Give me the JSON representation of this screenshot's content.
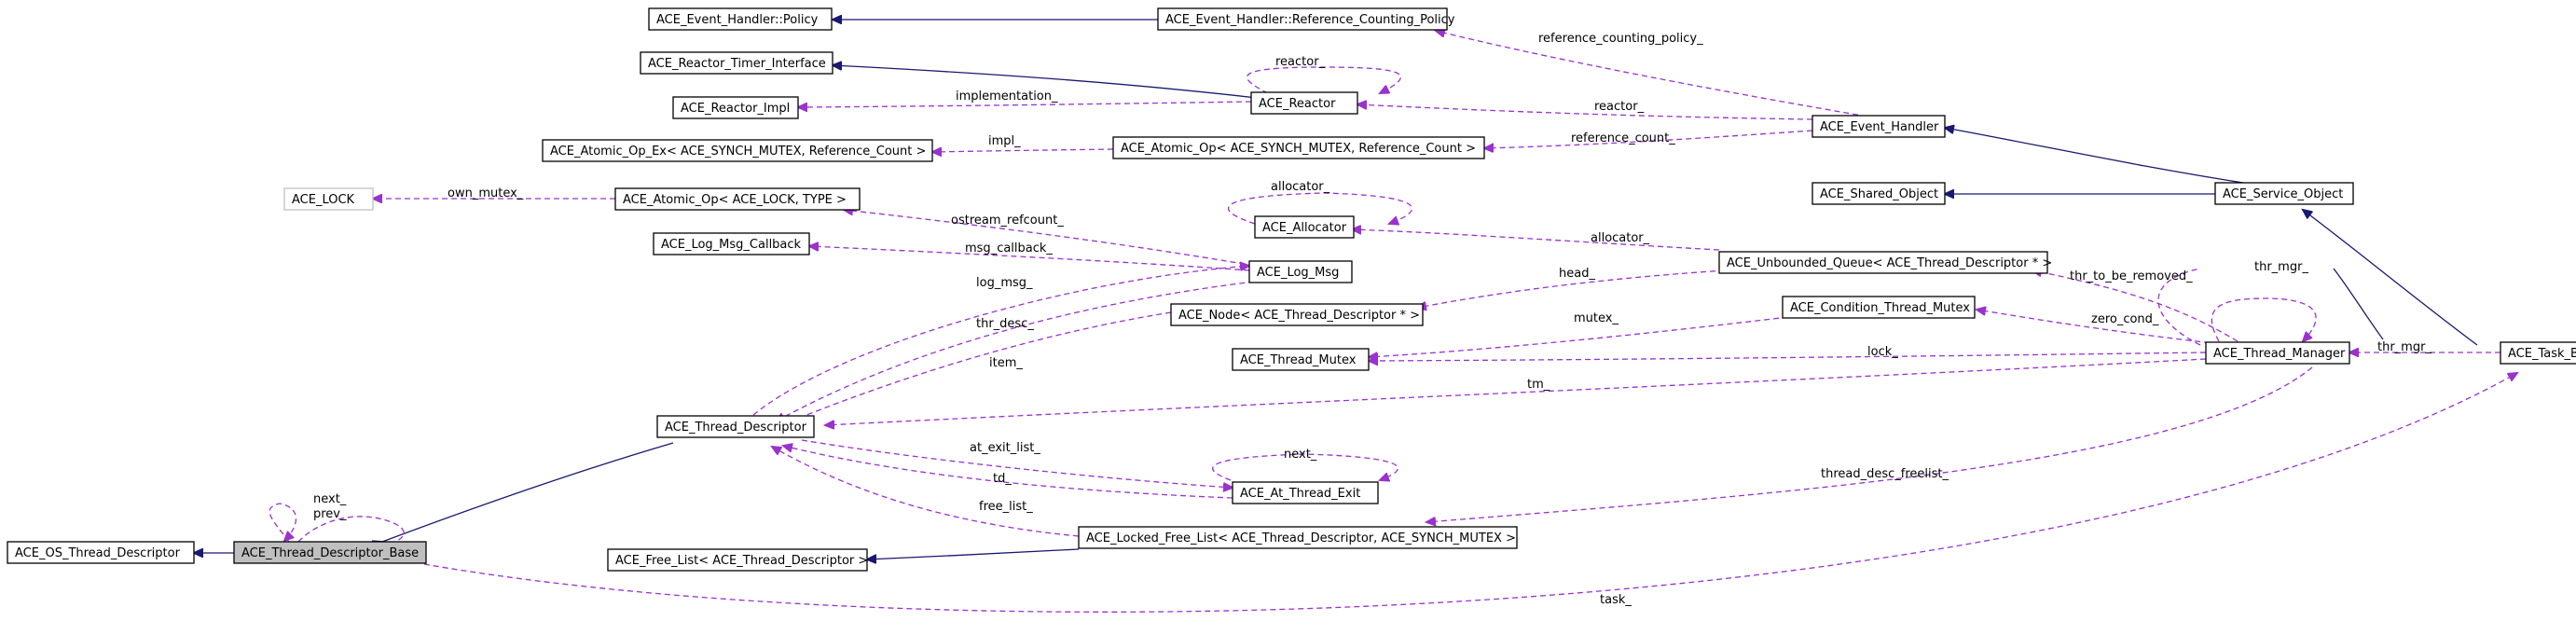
{
  "nodes": {
    "policy": "ACE_Event_Handler::Policy",
    "refcount_policy": "ACE_Event_Handler::Reference_Counting_Policy",
    "timer_interface": "ACE_Reactor_Timer_Interface",
    "reactor_impl": "ACE_Reactor_Impl",
    "reactor": "ACE_Reactor",
    "event_handler": "ACE_Event_Handler",
    "atomic_op_ex": "ACE_Atomic_Op_Ex< ACE_SYNCH_MUTEX, Reference_Count >",
    "atomic_op_rc": "ACE_Atomic_Op< ACE_SYNCH_MUTEX, Reference_Count >",
    "ace_lock": "ACE_LOCK",
    "atomic_op_lock": "ACE_Atomic_Op< ACE_LOCK, TYPE >",
    "allocator": "ACE_Allocator",
    "shared_object": "ACE_Shared_Object",
    "service_object": "ACE_Service_Object",
    "log_msg_callback": "ACE_Log_Msg_Callback",
    "log_msg": "ACE_Log_Msg",
    "unbounded_queue": "ACE_Unbounded_Queue< ACE_Thread_Descriptor * >",
    "node": "ACE_Node< ACE_Thread_Descriptor * >",
    "condition_mutex": "ACE_Condition_Thread_Mutex",
    "thread_mutex": "ACE_Thread_Mutex",
    "thread_manager": "ACE_Thread_Manager",
    "task_base": "ACE_Task_Base",
    "thread_descriptor": "ACE_Thread_Descriptor",
    "at_thread_exit": "ACE_At_Thread_Exit",
    "os_thread_descriptor": "ACE_OS_Thread_Descriptor",
    "thread_descriptor_base": "ACE_Thread_Descriptor_Base",
    "free_list": "ACE_Free_List< ACE_Thread_Descriptor >",
    "locked_free_list": "ACE_Locked_Free_List< ACE_Thread_Descriptor, ACE_SYNCH_MUTEX >"
  },
  "edge_labels": {
    "reference_counting_policy": "reference_counting_policy_",
    "reactor_self": "reactor_",
    "implementation": "implementation_",
    "reactor": "reactor_",
    "impl": "impl_",
    "reference_count": "reference_count_",
    "own_mutex": "own_mutex_",
    "ostream_refcount": "ostream_refcount_",
    "allocator_self": "allocator_",
    "allocator": "allocator_",
    "msg_callback": "msg_callback_",
    "head": "head_",
    "thr_to_be_removed": "thr_to_be_removed_",
    "log_msg": "log_msg_",
    "thr_mgr_self": "thr_mgr_",
    "zero_cond": "zero_cond_",
    "mutex": "mutex_",
    "thr_desc": "thr_desc_",
    "lock": "lock_",
    "item": "item_",
    "thr_mgr": "thr_mgr_",
    "tm": "tm_",
    "next_self": "next_",
    "at_exit_list": "at_exit_list_",
    "td": "td_",
    "thread_desc_freelist": "thread_desc_freelist_",
    "free_list": "free_list_",
    "next_prev": "next_\nprev_",
    "task": "task_"
  },
  "colors": {
    "inheritance": "#191970",
    "usage": "#9a32cd",
    "focus_fill": "#bfbfbf"
  }
}
